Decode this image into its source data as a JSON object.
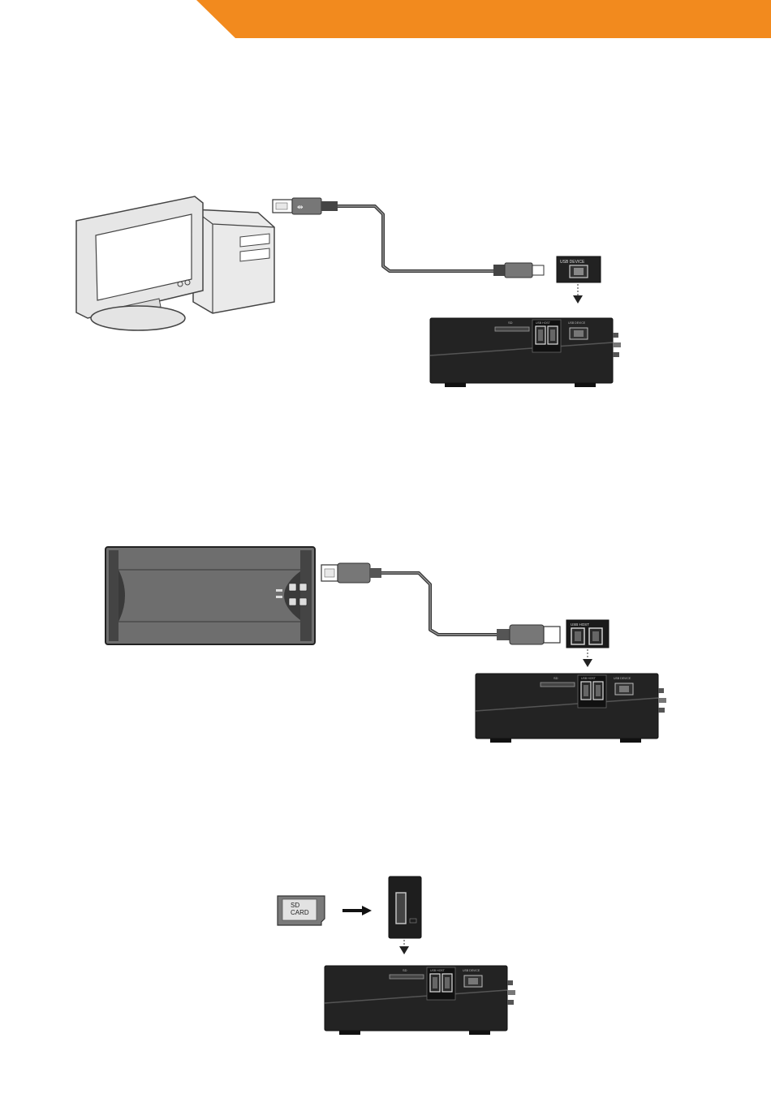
{
  "header": {
    "accent_color": "#f28a1e"
  },
  "figures": [
    {
      "id": "pc-to-player",
      "port_label": "USB DEVICE"
    },
    {
      "id": "hdd-to-player",
      "port_label": "USB HOST"
    },
    {
      "id": "sd-to-player",
      "card_label_line1": "SD",
      "card_label_line2": "CARD"
    }
  ],
  "player": {
    "slot_label": "SD",
    "host_label": "USB HOST",
    "device_label": "USB DEVICE",
    "body_color": "#232323"
  }
}
